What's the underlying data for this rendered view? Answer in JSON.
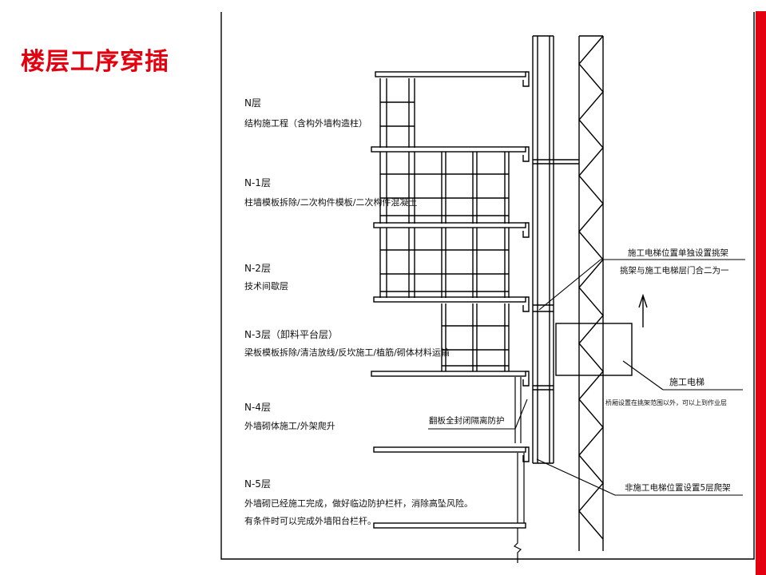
{
  "title": "楼层工序穿插",
  "colors": {
    "accent": "#e3000f",
    "line": "#000000",
    "title": "#e3000f"
  },
  "floors": [
    {
      "name": "N层",
      "desc": [
        "结构施工程（含构外墙构造柱）"
      ]
    },
    {
      "name": "N-1层",
      "desc": [
        "柱墙模板拆除/二次构件模板/二次构件混凝土"
      ]
    },
    {
      "name": "N-2层",
      "desc": [
        "技术间歇层"
      ]
    },
    {
      "name": "N-3层（卸料平台层）",
      "desc": [
        "梁板模板拆除/清洁放线/反坎施工/植筋/砌体材料运输"
      ]
    },
    {
      "name": "N-4层",
      "desc": [
        "外墙砌体施工/外架爬升"
      ]
    },
    {
      "name": "N-5层",
      "desc": [
        "外墙砌已经施工完成，做好临边防护栏杆，消除高坠风险。",
        "有条件时可以完成外墙阳台栏杆。"
      ]
    }
  ],
  "callouts": {
    "scaffold_line1": "施工电梯位置单独设置挑架",
    "scaffold_line2": "挑架与施工电梯层门合二为一",
    "elevator": "施工电梯",
    "elevator_note": "桥厢设置在挑架范围以外，可以上到作业层",
    "closed_protection": "翻板全封闭隔离防护",
    "climbing_frame": "非施工电梯位置设置5层爬架"
  }
}
